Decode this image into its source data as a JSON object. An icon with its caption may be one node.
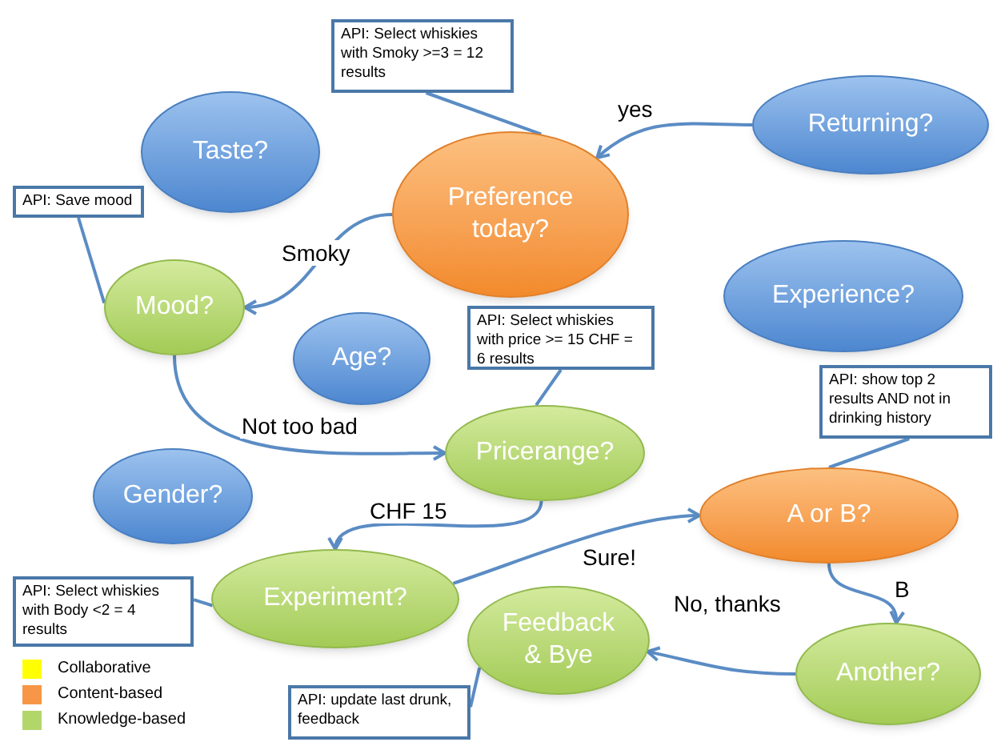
{
  "diagram": {
    "nodes": [
      {
        "text": [
          "Taste?"
        ]
      },
      {
        "text": [
          "Returning?"
        ]
      },
      {
        "text": [
          "Preference today?"
        ]
      },
      {
        "text": [
          "Experience?"
        ]
      },
      {
        "text": [
          "Mood?"
        ]
      },
      {
        "text": [
          "Age?"
        ]
      },
      {
        "text": [
          "Pricerange?"
        ]
      },
      {
        "text": [
          "Gender?"
        ]
      },
      {
        "text": [
          "A or B?"
        ]
      },
      {
        "text": [
          "Experiment?"
        ]
      },
      {
        "text": [
          "Feedback & Bye"
        ]
      },
      {
        "text": [
          "Another?"
        ]
      },
      {
        "text": [
          "API: Select whiskies with Smoky >=3 = 12 results"
        ]
      },
      {
        "text": [
          "API: Save mood"
        ]
      },
      {
        "text": [
          "API: Select whiskies with price >= 15 CHF = 6 results"
        ]
      },
      {
        "text": [
          "API: show top 2 results AND not in drinking history"
        ]
      },
      {
        "text": [
          "API: Select whiskies with Body <2 = 4 results"
        ]
      },
      {
        "text": [
          "API: update last drunk, feedback"
        ]
      }
    ],
    "edges": [
      {
        "from": 1,
        "to": 2,
        "arrow": "to",
        "label": "yes"
      },
      {
        "from": 2,
        "to": 4,
        "arrow": "to",
        "label": "Smoky"
      },
      {
        "from": 4,
        "to": 6,
        "arrow": "to",
        "label": "Not too bad"
      },
      {
        "from": 6,
        "to": 9,
        "arrow": "to",
        "label": "CHF 15"
      },
      {
        "from": 9,
        "to": 8,
        "arrow": "to",
        "label": "Sure!"
      },
      {
        "from": 8,
        "to": 11,
        "arrow": "to",
        "label": "B"
      },
      {
        "from": 11,
        "to": 10,
        "arrow": "to",
        "label": "No, thanks"
      },
      {
        "from": 12,
        "to": 2,
        "arrow": "none"
      },
      {
        "from": 13,
        "to": 4,
        "arrow": "none"
      },
      {
        "from": 14,
        "to": 6,
        "arrow": "none"
      },
      {
        "from": 15,
        "to": 8,
        "arrow": "none"
      },
      {
        "from": 16,
        "to": 9,
        "arrow": "none"
      },
      {
        "from": 17,
        "to": 10,
        "arrow": "none"
      }
    ],
    "legend": [
      {
        "text": "Collaborative",
        "color": "#ffff00"
      },
      {
        "text": "Content-based",
        "color": "#f79646"
      },
      {
        "text": "Knowledge-based",
        "color": "#b3d66b"
      }
    ]
  }
}
